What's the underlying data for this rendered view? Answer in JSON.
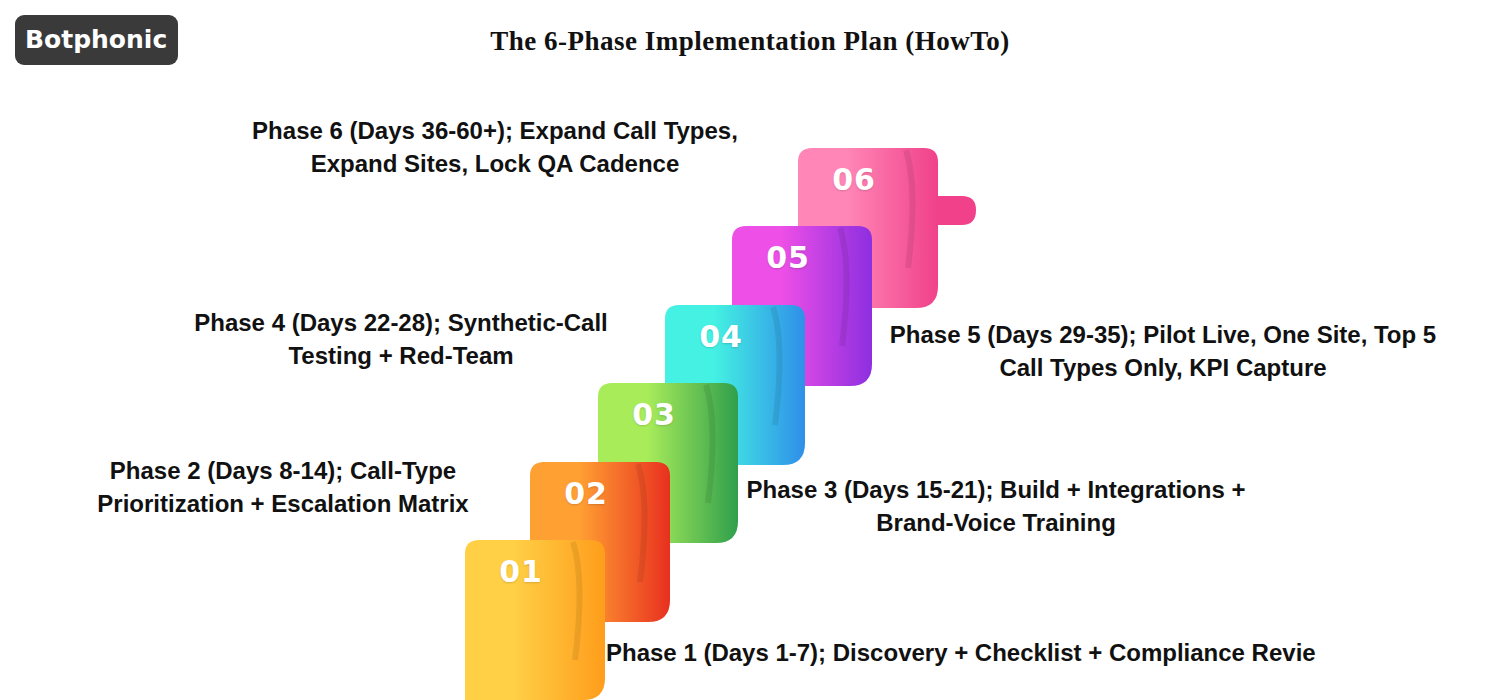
{
  "diagram": {
    "title": "The 6-Phase Implementation Plan (HowTo)",
    "nodes": [
      {
        "text": [
          "Botphonic"
        ]
      },
      {
        "text": [
          "01"
        ]
      },
      {
        "text": [
          "02"
        ]
      },
      {
        "text": [
          "03"
        ]
      },
      {
        "text": [
          "04"
        ]
      },
      {
        "text": [
          "05"
        ]
      },
      {
        "text": [
          "06"
        ]
      }
    ],
    "labels": [
      "Phase 1 (Days 1-7); Discovery + Checklist + Compliance Revie",
      "Phase 2 (Days 8-14); Call-Type Prioritization + Escalation Matrix",
      "Phase 3 (Days 15-21); Build + Integrations + Brand-Voice Training",
      "Phase 4 (Days 22-28); Synthetic-Call Testing + Red-Team",
      "Phase 5 (Days 29-35); Pilot Live, One Site, Top 5 Call Types Only, KPI Capture",
      "Phase 6 (Days 36-60+); Expand Call Types, Expand Sites, Lock QA Cadence"
    ]
  }
}
